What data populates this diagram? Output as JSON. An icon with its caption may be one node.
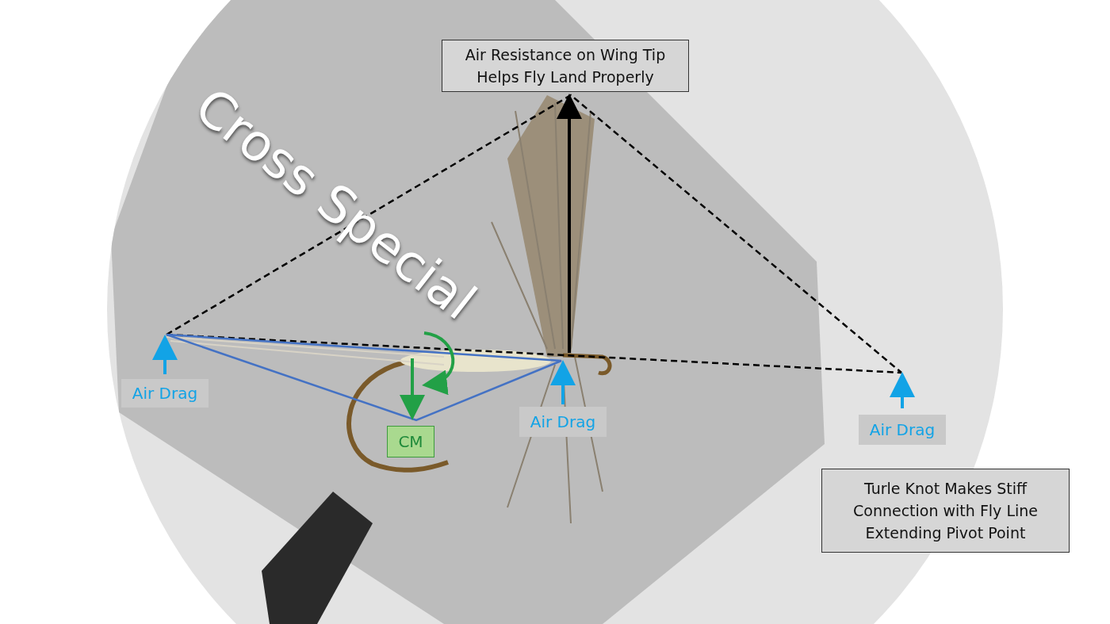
{
  "diagram": {
    "nodes": [
      {
        "text": [
          "Air Resistance on Wing Tip Helps Fly Land Properly"
        ]
      },
      {
        "text": [
          "Air Drag"
        ]
      },
      {
        "text": [
          "CM"
        ]
      },
      {
        "text": [
          "Air Drag"
        ]
      },
      {
        "text": [
          "Air Drag"
        ]
      },
      {
        "text": [
          "Turle Knot Makes Stiff Connection with Fly Line Extending Pivot Point"
        ]
      }
    ],
    "labels": [
      "Cross Special"
    ]
  }
}
